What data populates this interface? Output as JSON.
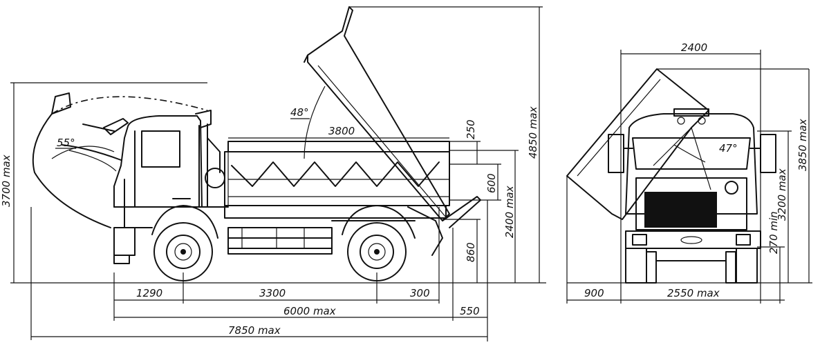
{
  "side_view": {
    "dimensions": {
      "overall_height_tipped": "4850 max",
      "cab_tilt_height": "3700 max",
      "cab_tilt_angle": "55°",
      "body_tip_angle": "48°",
      "body_length": "3800",
      "side_board_top": "250",
      "side_board": "600",
      "platform_height": "2400 max",
      "frame_height": "860",
      "front_overhang": "1290",
      "wheelbase": "3300",
      "rear_overhang": "300",
      "rear_extension": "550",
      "length": "6000 max",
      "length_cab_tilted": "7850 max"
    }
  },
  "front_view": {
    "dimensions": {
      "body_width": "2400",
      "height_tipped": "3850 max",
      "cab_height": "3200 max",
      "ground_clearance": "270 min",
      "tip_angle": "47°",
      "side_offset": "900",
      "width": "2550 max"
    }
  }
}
